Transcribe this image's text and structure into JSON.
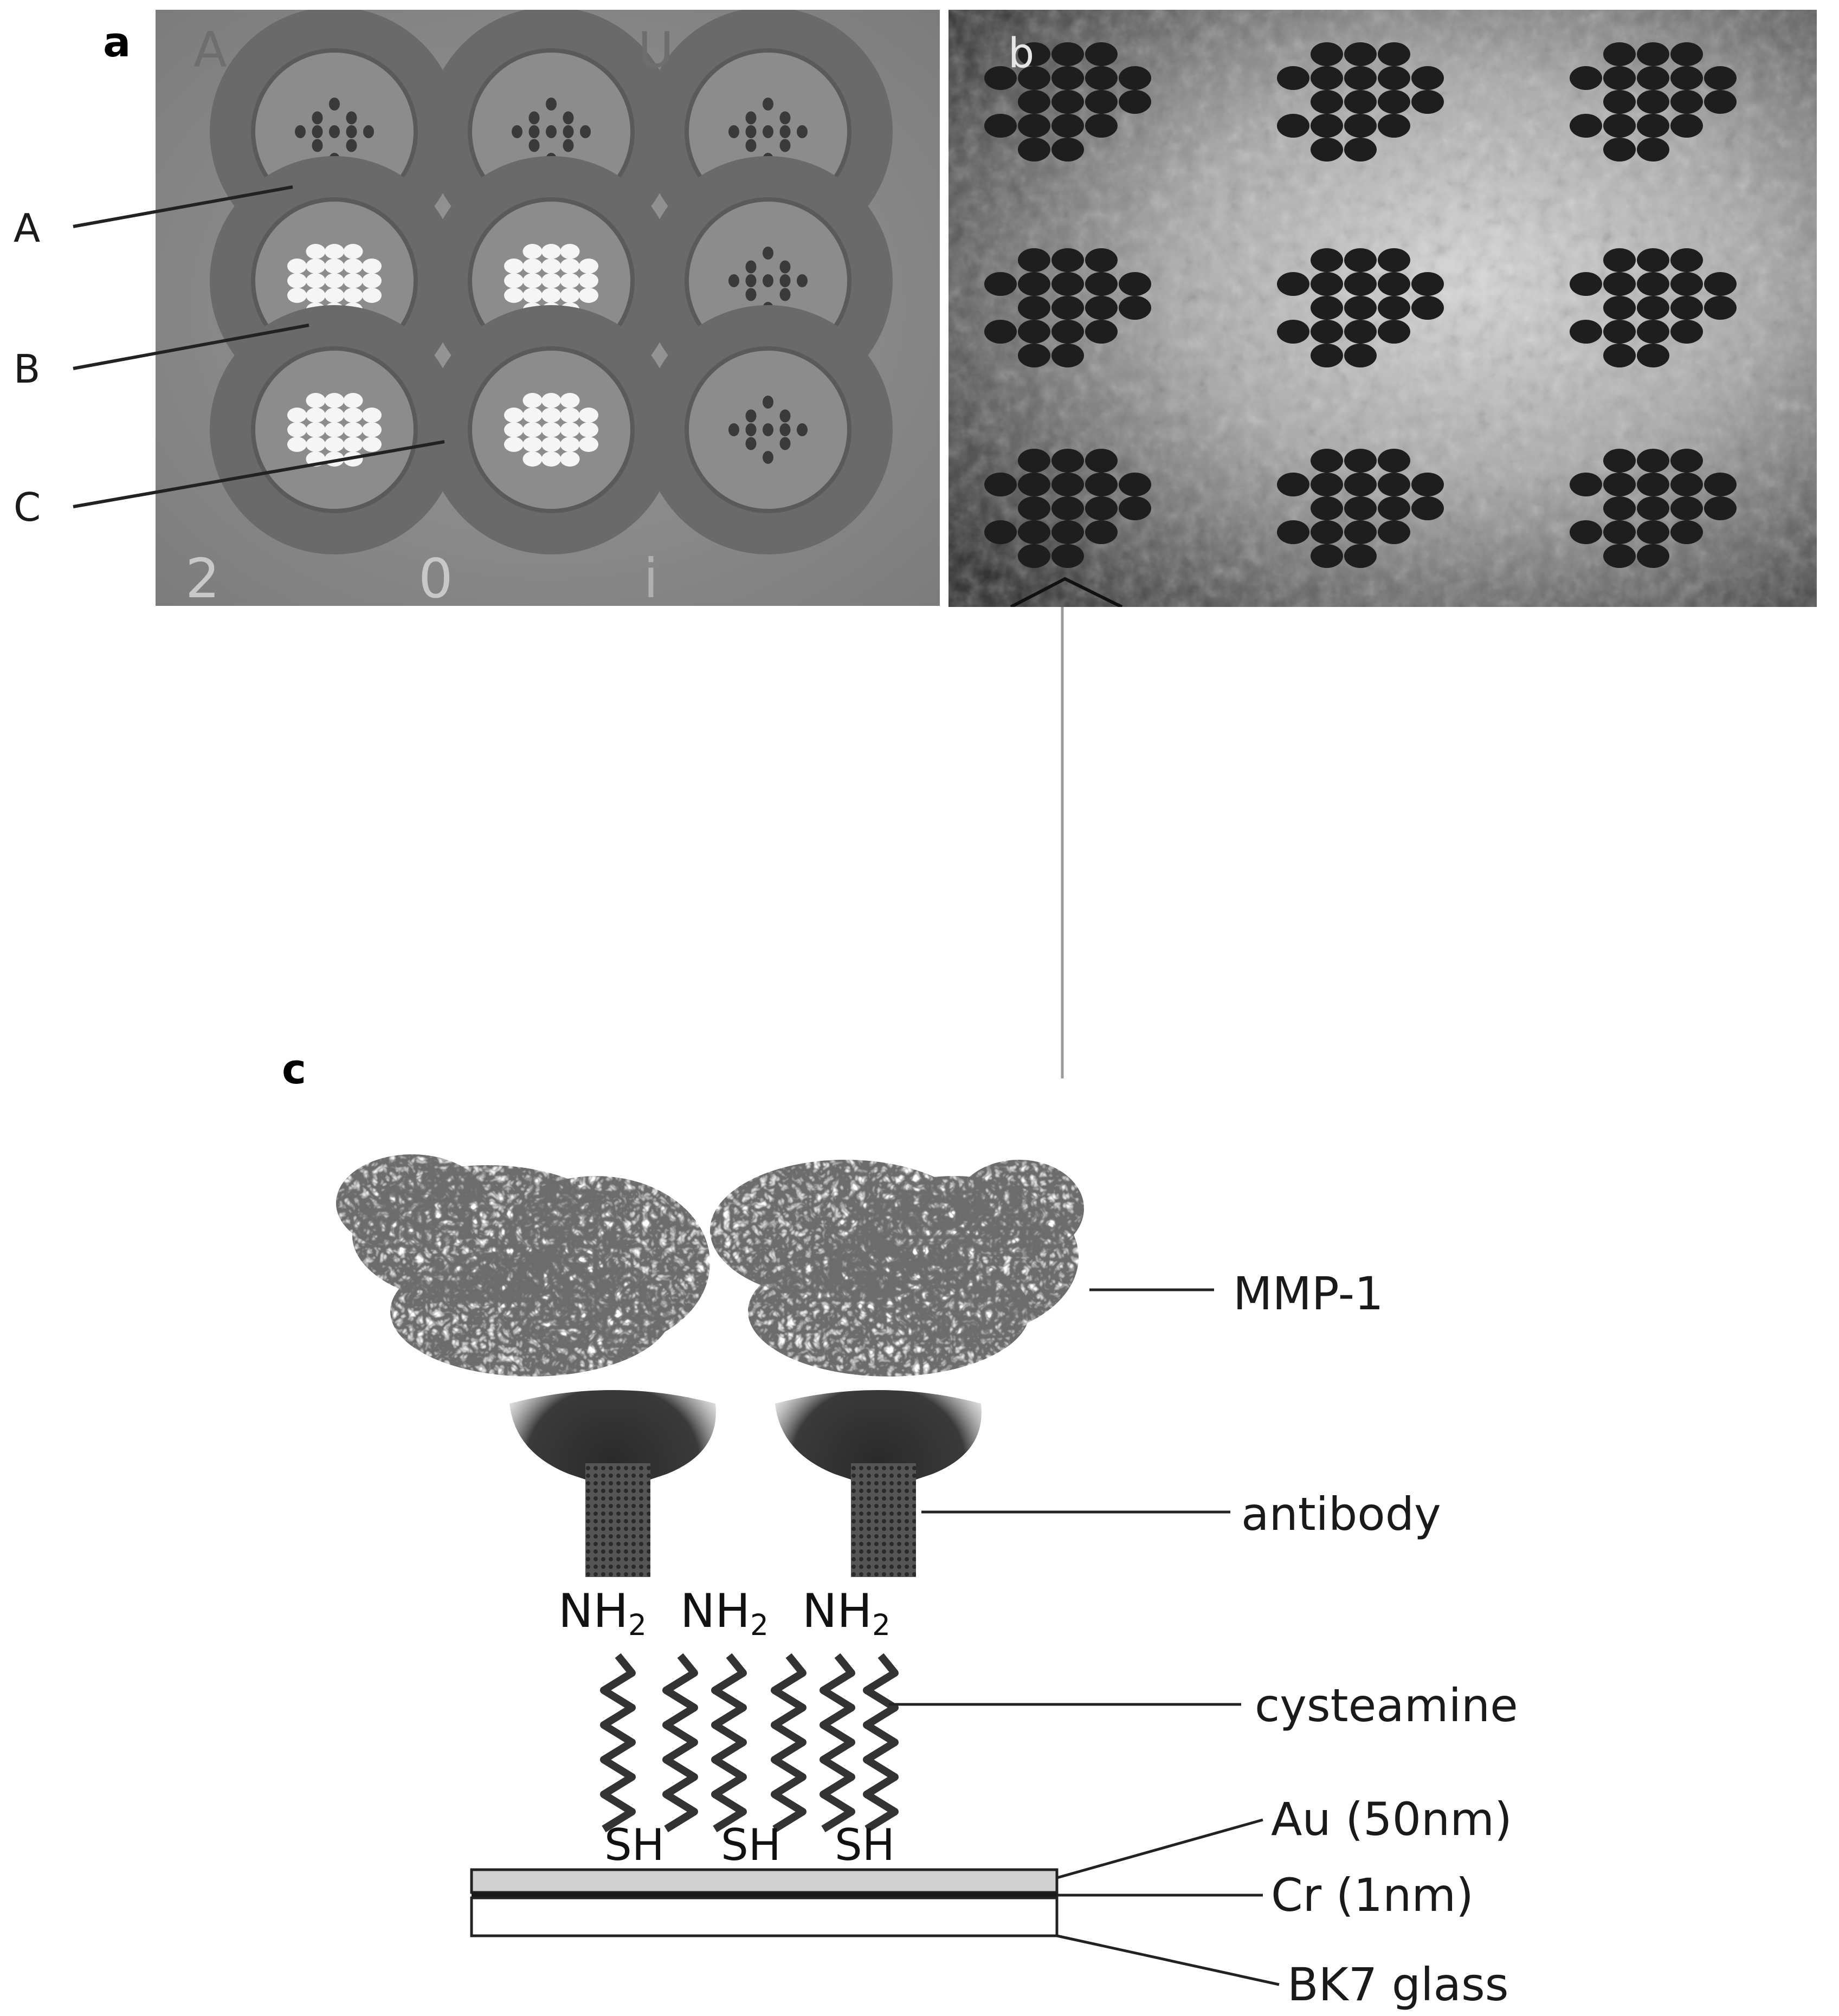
{
  "panel_a": {
    "letter": "a",
    "row_labels": [
      "A",
      "B",
      "C"
    ],
    "plate_marks_top": [
      "A",
      "U"
    ],
    "plate_marks_bottom": [
      "2",
      "0",
      "i"
    ]
  },
  "panel_b": {
    "letter": "b"
  },
  "panel_c": {
    "letter": "c",
    "labels": {
      "mmp": "MMP-1",
      "antibody": "antibody",
      "cysteamine": "cysteamine",
      "au": "Au (50nm)",
      "cr": "Cr (1nm)",
      "glass": "BK7 glass"
    },
    "amine_group": "NH",
    "amine_subscript": "2",
    "thiol_groups": [
      "SH",
      "SH",
      "SH"
    ]
  },
  "colors": {
    "plate_background": "#8a8a8a",
    "dark_background": "#3a3a3a",
    "bright_spot": "#f5f5f5",
    "dark_spot": "#1e1e1e",
    "gold_layer": "#d0d0d0"
  }
}
